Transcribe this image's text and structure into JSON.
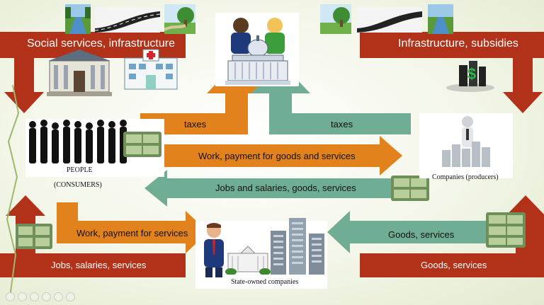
{
  "colors": {
    "red_arrow": "#b23219",
    "orange_arrow": "#e1821c",
    "green_arrow": "#6fae94",
    "background": "#eef3e3"
  },
  "labels": {
    "top_left": "Social services, infrastructure",
    "top_right": "Infrastructure, subsidies",
    "taxes_left": "taxes",
    "taxes_right": "taxes",
    "work_payment_goods": "Work, payment for goods and services",
    "jobs_salaries_goods": "Jobs and salaries, goods, services",
    "work_payment_services": "Work, payment for services",
    "goods_services_mid": "Goods, services",
    "bottom_left": "Jobs, salaries, services",
    "bottom_right": "Goods, services",
    "people_line1": "PEOPLE",
    "people_line2": "(CONSUMERS)",
    "companies": "Companies (producers)",
    "state_owned": "State-owned companies"
  },
  "icons": [
    "river-landscape-icon",
    "road-icon",
    "park-icon",
    "government-people-icon",
    "library-building-icon",
    "hospital-icon",
    "money-bag-icon",
    "people-crowd-icon",
    "cash-stack-icon",
    "businessman-bar-chart-icon",
    "official-icon",
    "office-towers-icon",
    "slide-nav-icons"
  ]
}
